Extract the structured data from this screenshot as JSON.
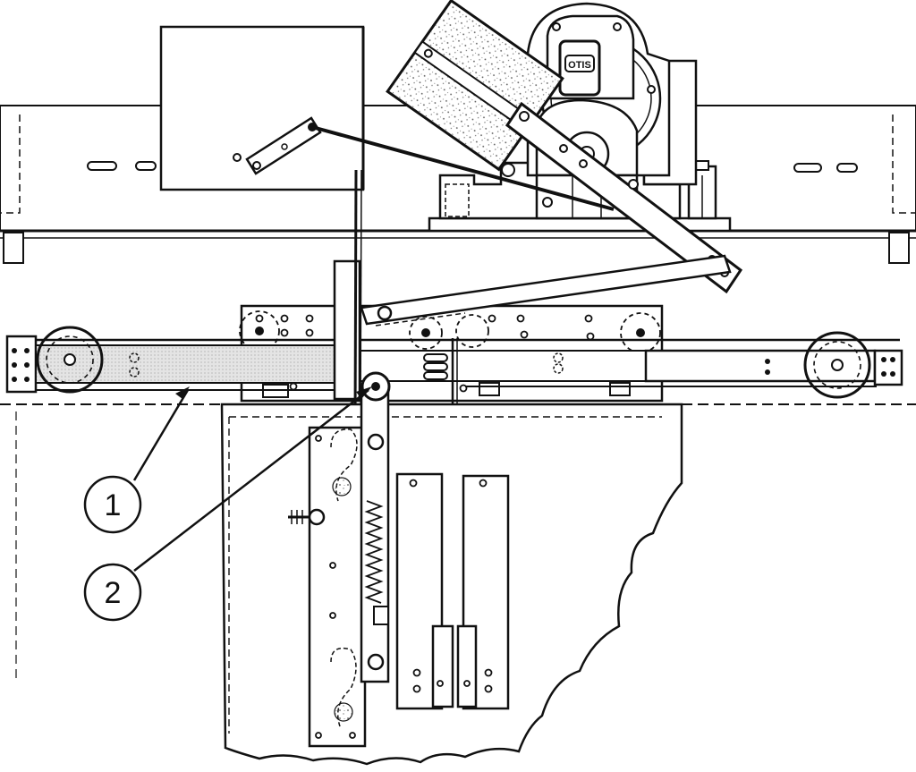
{
  "callouts": [
    {
      "label": "1"
    },
    {
      "label": "2"
    }
  ],
  "nameplate": {
    "text": "OTIS"
  },
  "colors": {
    "ink": "#111111",
    "paper": "#ffffff",
    "stipple": "#9a9a9a"
  }
}
